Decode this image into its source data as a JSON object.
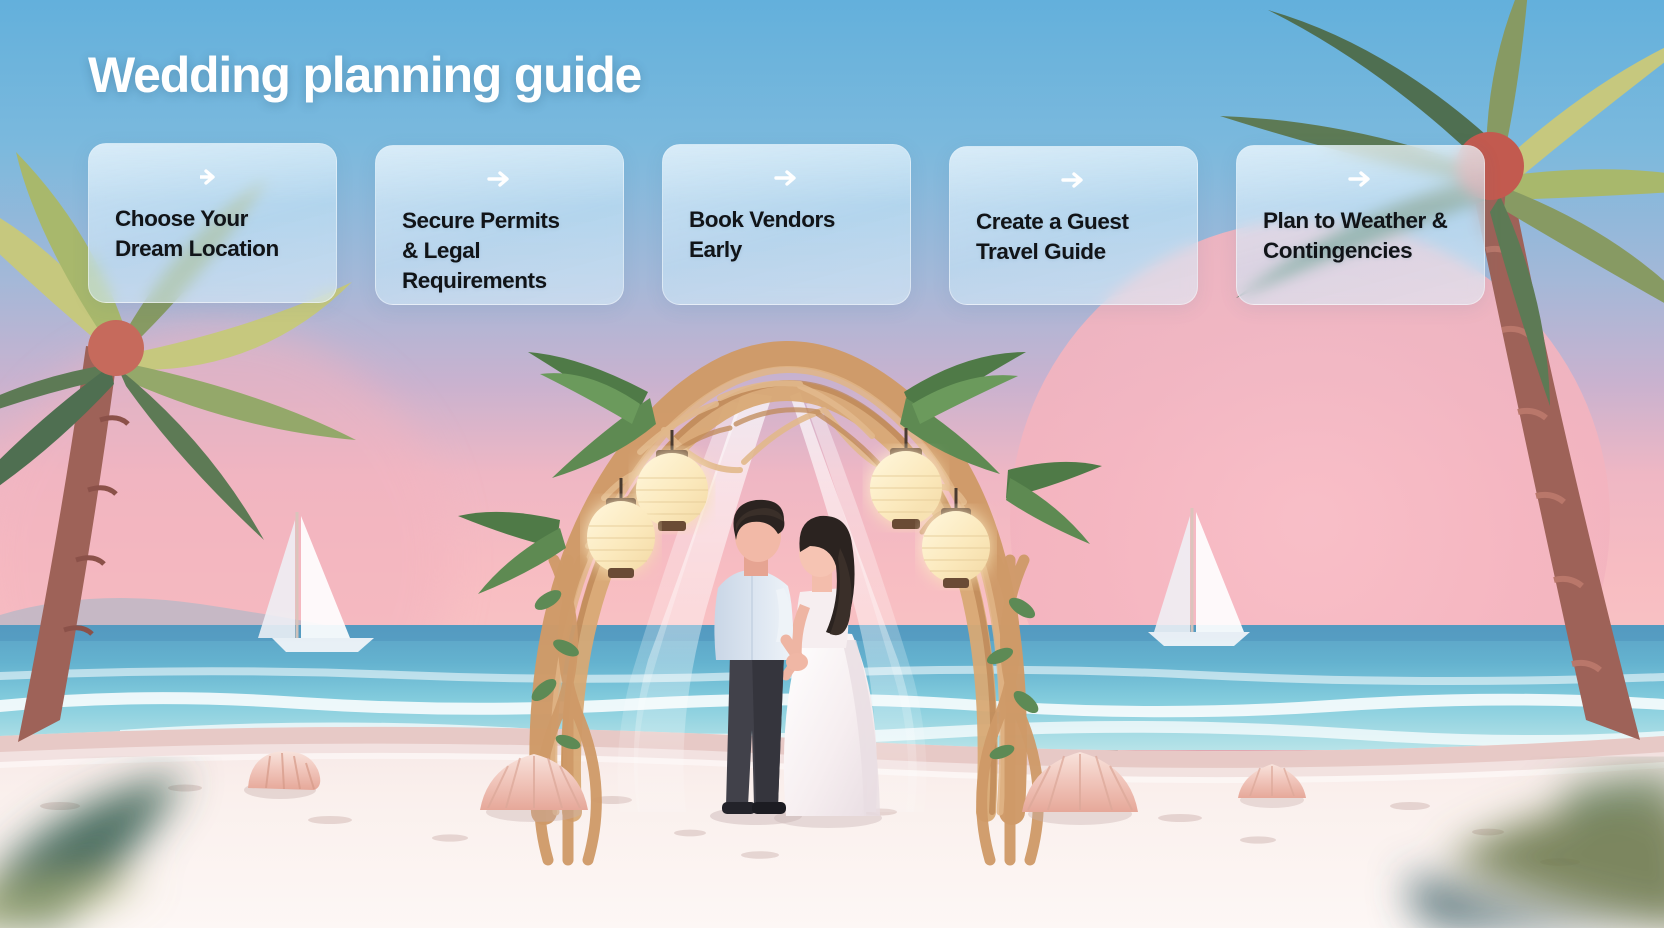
{
  "page": {
    "title": "Wedding planning guide",
    "title_color": "#ffffff",
    "theme": "beach destination wedding"
  },
  "colors": {
    "sky_top": "#6fb4dc",
    "sky_mid": "#9cb7d8",
    "sunset_pink": "#f6b8c0",
    "sun_pink": "#f4b7c3",
    "ocean_deep": "#5aa3c4",
    "ocean_shallow": "#86cfe0",
    "sand": "#faf0ed",
    "wet_sand": "#e4c3bf",
    "palm_dark": "#4f6f51",
    "palm_light": "#c6c87e",
    "trunk": "#9e6258",
    "arch_wicker": "#cf9a68",
    "lantern_glow": "#fbecc4",
    "card_tint": "#cfe8f8",
    "text_dark": "#111418"
  },
  "cards": [
    {
      "id": "choose-location",
      "icon": "arrow-right-icon",
      "label": "Choose Your\nDream Location"
    },
    {
      "id": "secure-permits",
      "icon": "arrow-right-icon",
      "label": "Secure Permits\n& Legal\nRequirements"
    },
    {
      "id": "book-vendors",
      "icon": "arrow-right-icon",
      "label": "Book Vendors\nEarly"
    },
    {
      "id": "guest-travel",
      "icon": "arrow-right-icon",
      "label": "Create a Guest\nTravel Guide"
    },
    {
      "id": "weather-plan",
      "icon": "arrow-right-icon",
      "label": "Plan to Weather &\nContingencies"
    }
  ],
  "scene": {
    "description": "Flat-illustration beach at sunset with a woven wicker wedding arch, hanging paper lanterns, sheer drapery, a bride and groom holding hands, two sailboats, palm trees at both sides and seashells on the sand.",
    "elements": [
      "sky-gradient",
      "sun-disc",
      "ocean",
      "surf-foam",
      "beach-sand",
      "palm-tree-left",
      "palm-tree-right",
      "wedding-arch",
      "drapery",
      "paper-lantern",
      "palm-frond-decor",
      "bride",
      "groom",
      "sailboat-left",
      "sailboat-right",
      "seashell",
      "scallop-shell",
      "foreground-leaf-blur"
    ],
    "lanterns": 4,
    "sailboats": 2,
    "seashells": 4,
    "palm_trees": 2
  }
}
